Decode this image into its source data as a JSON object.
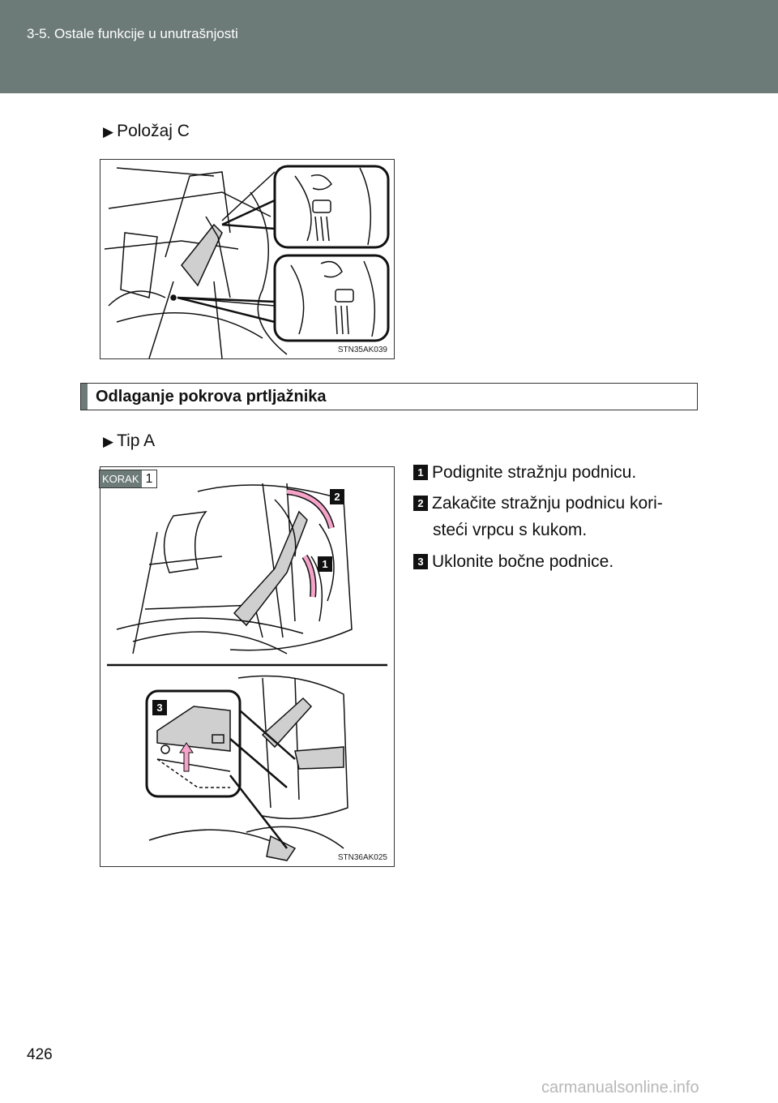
{
  "header": {
    "section": "3-5. Ostale funkcije u unutrašnjosti"
  },
  "position_label": "Položaj C",
  "figure1": {
    "code": "STN35AK039"
  },
  "section": {
    "title": "Odlaganje pokrova prtljažnika"
  },
  "type_label": "Tip A",
  "figure2": {
    "step_badge_label": "KORAK",
    "step_badge_number": "1",
    "callouts": [
      "2",
      "1",
      "3"
    ],
    "code": "STN36AK025"
  },
  "steps": [
    {
      "number": "1",
      "text": "Podignite stražnju podnicu."
    },
    {
      "number": "2",
      "text_line1": "Zakačite stražnju podnicu kori-",
      "text_line2": "steći vrpcu s kukom."
    },
    {
      "number": "3",
      "text": "Uklonite bočne podnice."
    }
  ],
  "page_number": "426",
  "watermark": "carmanualsonline.info"
}
